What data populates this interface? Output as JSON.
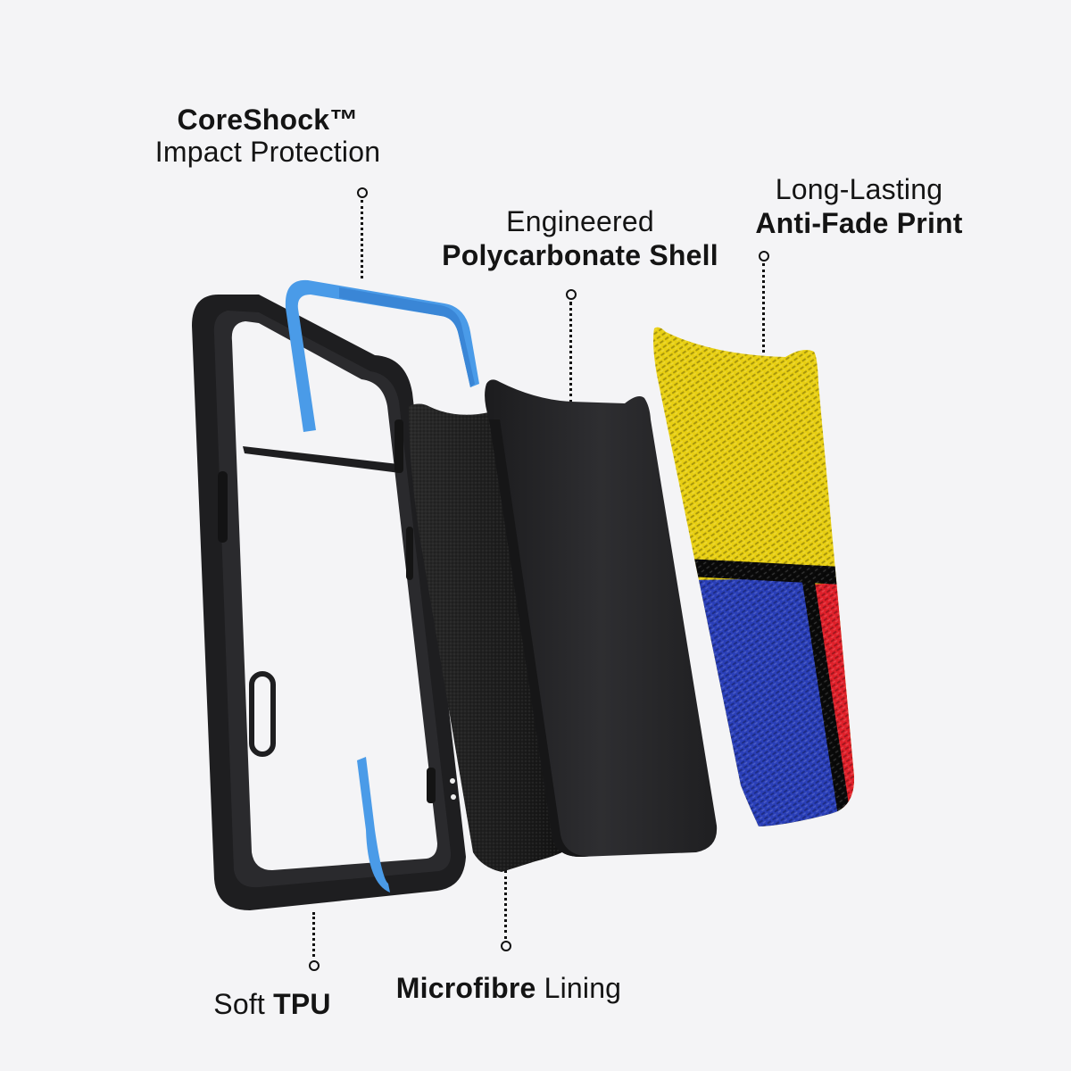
{
  "image": {
    "description": "Exploded view of a phone case showing its layers",
    "background_color": "#f4f4f6"
  },
  "callouts": {
    "coreshock": {
      "line1_bold": "CoreShock™",
      "line2": "Impact Protection"
    },
    "polycarbonate": {
      "line1": "Engineered",
      "line2_bold": "Polycarbonate Shell"
    },
    "print": {
      "line1": "Long-Lasting",
      "line2_bold": "Anti-Fade Print"
    },
    "tpu": {
      "prefix": "Soft",
      "bold": "TPU"
    },
    "microfibre": {
      "bold": "Microfibre",
      "suffix": "Lining"
    }
  },
  "layers": [
    {
      "name": "Soft TPU bumper frame",
      "color": "#1e1e20"
    },
    {
      "name": "CoreShock inserts",
      "color": "#4a9be8"
    },
    {
      "name": "Microfibre lining",
      "color": "#1b1b1b"
    },
    {
      "name": "Polycarbonate shell",
      "color": "#2a2a2c"
    },
    {
      "name": "Anti-fade print",
      "colors": {
        "yellow": "#e8cf12",
        "blue": "#2a3fb8",
        "red": "#e0202a",
        "black": "#0a0a0a"
      }
    }
  ]
}
